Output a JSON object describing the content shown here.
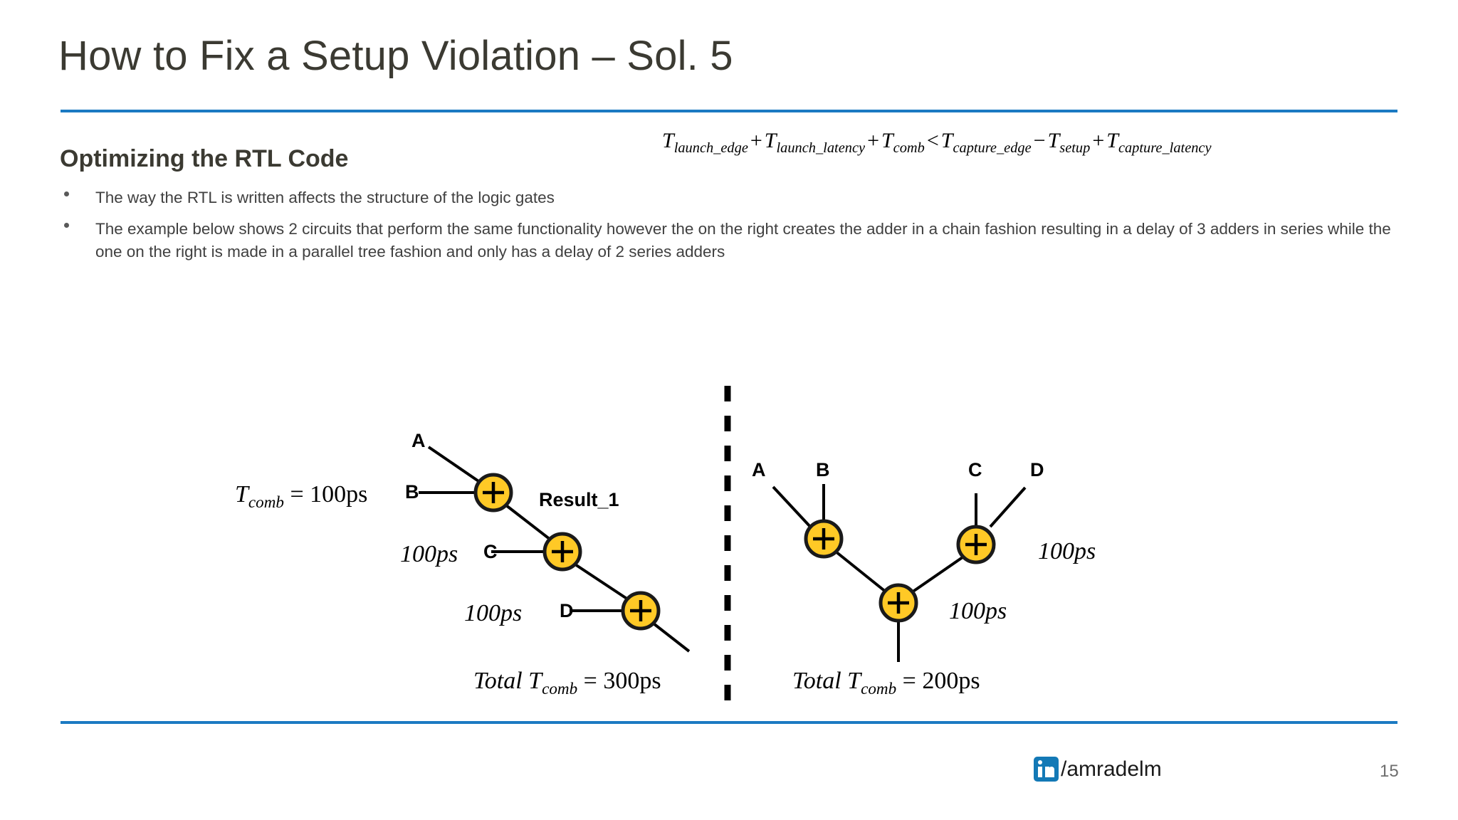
{
  "slide": {
    "title": "How to Fix a Setup Violation – Sol. 5",
    "section_heading": "Optimizing the RTL Code",
    "accent_color": "#1B7AC2",
    "adder_fill": "#FFC926",
    "adder_stroke": "#1A1A1A"
  },
  "bullets": [
    "The way the RTL is written affects the structure of the logic gates",
    "The example below shows 2 circuits that perform the same functionality however the on the right creates the adder in a chain fashion resulting in a delay of 3 adders in series while the one on the right is made in a parallel tree fashion and only has a delay of 2 series adders"
  ],
  "equation": {
    "t1_var": "T",
    "t1_sub": "launch_edge",
    "op1": "+",
    "t2_var": "T",
    "t2_sub": "launch_latency",
    "op2": "+",
    "t3_var": "T",
    "t3_sub": "comb",
    "op3": "<",
    "t4_var": "T",
    "t4_sub": "capture_edge",
    "op4": "−",
    "t5_var": "T",
    "t5_sub": "setup",
    "op5": "+",
    "t6_var": "T",
    "t6_sub": "capture_latency"
  },
  "chain_diagram": {
    "tcomb_label_var": "T",
    "tcomb_label_sub": "comb",
    "tcomb_label_value": "= 100ps",
    "delay_2": "100ps",
    "delay_3": "100ps",
    "input_a": "A",
    "input_b": "B",
    "input_c": "C",
    "input_d": "D",
    "output_label": "Result_1",
    "total_prefix": "Total T",
    "total_sub": "comb",
    "total_value": "= 300ps"
  },
  "tree_diagram": {
    "input_a": "A",
    "input_b": "B",
    "input_c": "C",
    "input_d": "D",
    "delay_top": "100ps",
    "delay_bottom": "100ps",
    "total_prefix": "Total T",
    "total_sub": "comb",
    "total_value": "= 200ps"
  },
  "footer": {
    "handle": "/amradelm",
    "page_number": "15",
    "linkedin_color": "#1379B6"
  }
}
